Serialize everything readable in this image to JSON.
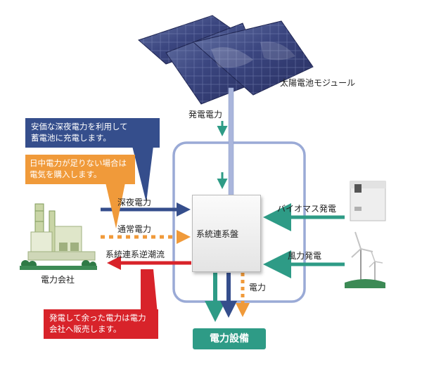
{
  "labels": {
    "solar_module": "太陽電池モジュール",
    "generated_power": "発電電力",
    "late_night_power": "深夜電力",
    "normal_power": "通常電力",
    "reverse_flow": "系統連系逆潮流",
    "power_company": "電力会社",
    "grid_panel": "系統連系盤",
    "biomass": "バイオマス発電",
    "wind": "風力発電",
    "power": "電力",
    "equipment": "電力設備"
  },
  "callouts": {
    "night_charge": "安価な深夜電力を利用して\n蓄電池に充電します。",
    "daytime_purchase": "日中電力が足りない場合は\n電気を購入します。",
    "sell_surplus": "発電して余った電力は電力\n会社へ販売します。"
  },
  "colors": {
    "navy": "#354e8c",
    "orange": "#f09a3a",
    "red": "#d8232a",
    "teal": "#2e9b86",
    "loop": "#9aaad6"
  }
}
